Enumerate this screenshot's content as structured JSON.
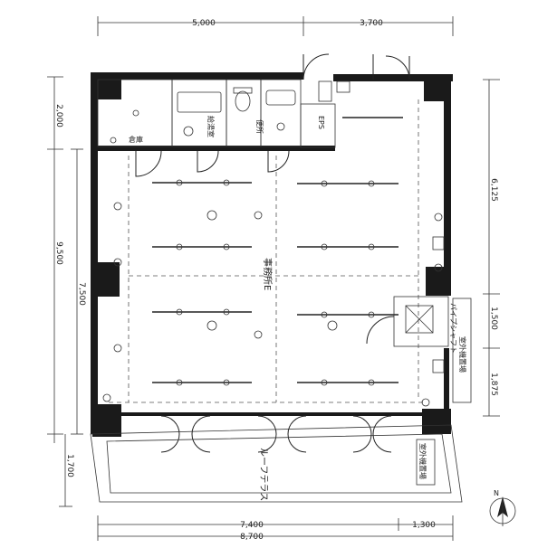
{
  "dimensions": {
    "top_left": "5,000",
    "top_right": "3,700",
    "left_upper": "2,000",
    "left_total": "9,500",
    "left_middle": "7,500",
    "left_bottom": "1,700",
    "right_upper": "6,125",
    "right_middle": "1,500",
    "right_lower": "1,875",
    "bottom_left": "7,400",
    "bottom_right": "1,300",
    "bottom_total": "8,700"
  },
  "rooms": {
    "storage": "倉庫",
    "kitchenette": "給湯室",
    "restroom": "便所",
    "office": "事務所E",
    "terrace": "ルーフテラス",
    "eps": "EPS",
    "pipe_shaft": "パイプシャフト",
    "outdoor_unit": "室外機置場"
  },
  "compass": "N"
}
